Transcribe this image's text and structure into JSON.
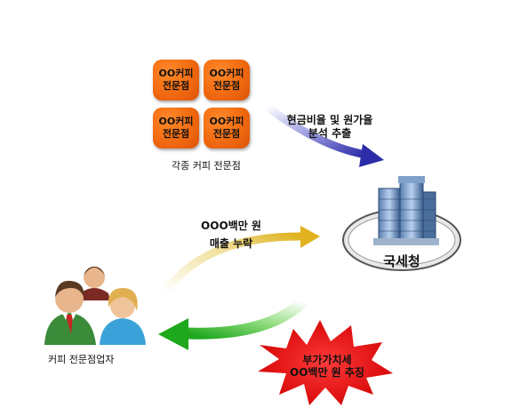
{
  "shops": [
    {
      "line1": "OO커피",
      "line2": "전문점"
    },
    {
      "line1": "OO커피",
      "line2": "전문점"
    },
    {
      "line1": "OO커피",
      "line2": "전문점"
    },
    {
      "line1": "OO커피",
      "line2": "전문점"
    }
  ],
  "shops_caption": "각종 커피 전문점",
  "analysis": {
    "line1": "현금비율 및 원가율",
    "line2": "분석 추출"
  },
  "tax_office": "국세청",
  "omission": {
    "line1": "OOO백만 원",
    "line2": "매출 누락"
  },
  "owners_caption": "커피 전문점업자",
  "vat": {
    "line1": "부가가치세",
    "line2": "OO백만 원 추징"
  }
}
